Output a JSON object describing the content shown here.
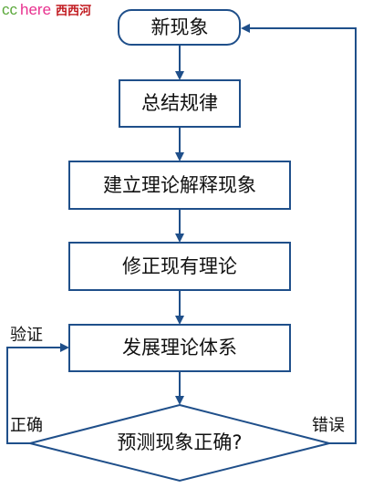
{
  "watermark": {
    "part1": "cc",
    "part2": "here",
    "part3": "西西河"
  },
  "nodes": {
    "start": "新现象",
    "summarize": "总结规律",
    "theory": "建立理论解释现象",
    "revise": "修正现有理论",
    "develop": "发展理论体系",
    "decision": "预测现象正确?"
  },
  "edges": {
    "verify": "验证",
    "correct": "正确",
    "wrong": "错误"
  },
  "colors": {
    "stroke": "#1f4f8a",
    "text": "#111111",
    "watermark_cc": "#5aa83a",
    "watermark_here": "#e8318f",
    "watermark_cn": "#c0171d"
  }
}
